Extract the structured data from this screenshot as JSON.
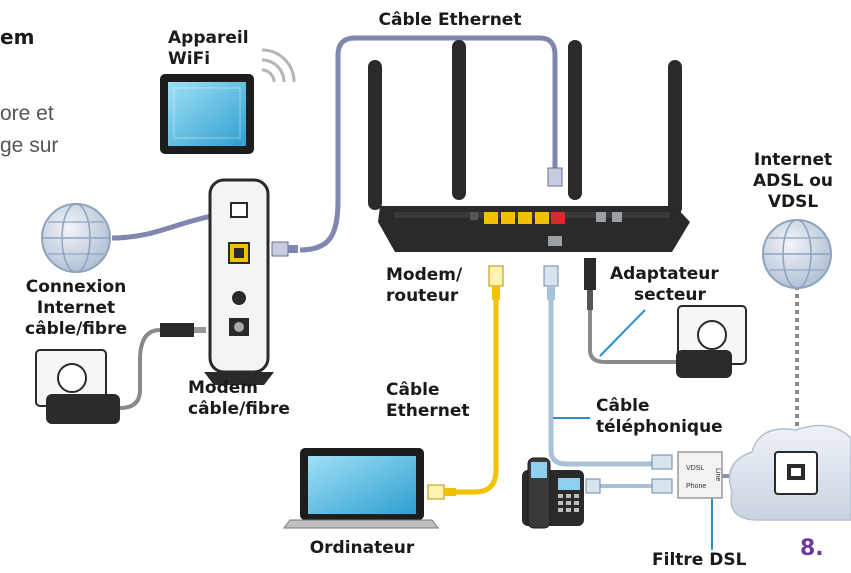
{
  "cut_text": {
    "heading_fragment": "em",
    "line1_fragment": "ore et",
    "line2_fragment": "ge sur"
  },
  "labels": {
    "cable_ethernet_top": "Câble Ethernet",
    "wifi_device": [
      "Appareil",
      "WiFi"
    ],
    "internet_adsl": [
      "Internet",
      "ADSL ou",
      "VDSL"
    ],
    "connexion_cable": [
      "Connexion",
      "Internet",
      "câble/fibre"
    ],
    "modem_routeur": [
      "Modem/",
      "routeur"
    ],
    "adaptateur": [
      "Adaptateur",
      "secteur"
    ],
    "modem_cable_fibre": [
      "Modem",
      "câble/fibre"
    ],
    "cable_ethernet_bottom": [
      "Câble",
      "Ethernet"
    ],
    "cable_telephonique": [
      "Câble",
      "téléphonique"
    ],
    "ordinateur": "Ordinateur",
    "filtre_dsl": "Filtre DSL",
    "filter_ports": [
      "VDSL",
      "Phone",
      "Line"
    ]
  },
  "step_fragment": "8.",
  "colors": {
    "ethernet_blue": "#7f86b0",
    "ethernet_yellow": "#f2c200",
    "phone_cable": "#a7c1d6",
    "device_dark": "#2a2a2a",
    "globe": "#c9d6e6",
    "cloud": "#dfe6ef",
    "accent_step": "#6b3a9c"
  }
}
